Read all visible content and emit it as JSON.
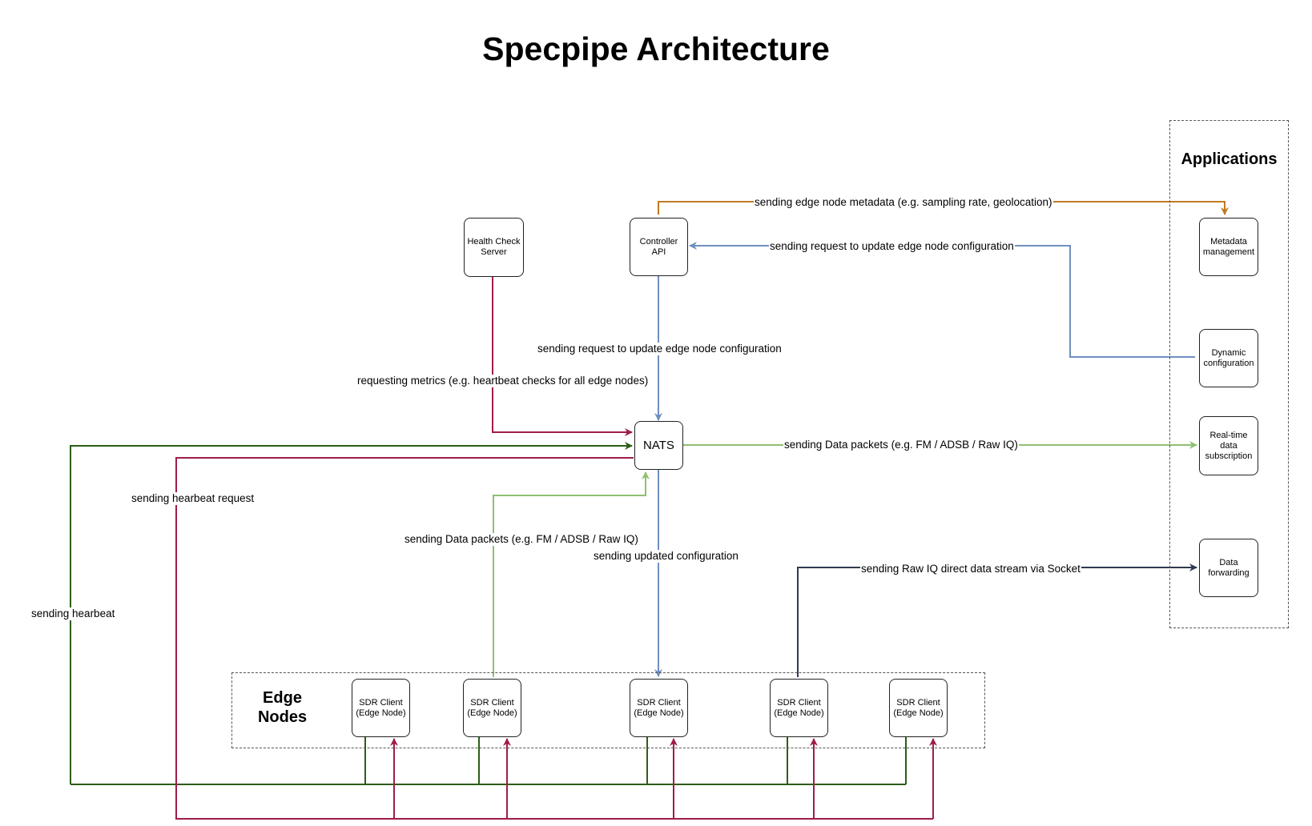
{
  "title": "Specpipe Architecture",
  "colors": {
    "orange": "#c07a22",
    "blue": "#6f8fbf",
    "crimson": "#a01c4a",
    "dark_green": "#2c5e17",
    "light_green": "#8ec072",
    "navy": "#2f3a4e"
  },
  "groups": {
    "applications": "Applications",
    "edge_nodes": "Edge\nNodes"
  },
  "nodes": {
    "health_check": "Health Check\nServer",
    "controller_api": "Controller API",
    "nats": "NATS",
    "metadata_management": "Metadata\nmanagement",
    "dynamic_configuration": "Dynamic\nconfiguration",
    "realtime_subscription": "Real-time\ndata\nsubscription",
    "data_forwarding": "Data\nforwarding",
    "sdr_clients": [
      "SDR Client\n(Edge Node)",
      "SDR Client\n(Edge Node)",
      "SDR Client\n(Edge Node)",
      "SDR Client\n(Edge Node)",
      "SDR Client\n(Edge Node)"
    ]
  },
  "edges": {
    "metadata": "sending edge node metadata (e.g. sampling rate, geolocation)",
    "update_request_top": "sending request to update edge node configuration",
    "update_request_mid": "sending request to update edge node configuration",
    "requesting_metrics": "requesting metrics (e.g. heartbeat checks for all edge nodes)",
    "data_packets_out": "sending Data packets (e.g. FM / ADSB / Raw IQ)",
    "data_packets_in": "sending Data packets (e.g. FM / ADSB / Raw IQ)",
    "updated_configuration": "sending updated configuration",
    "raw_iq_stream": "sending Raw IQ direct data stream via Socket",
    "heartbeat_request": "sending hearbeat request",
    "heartbeat": "sending hearbeat"
  }
}
